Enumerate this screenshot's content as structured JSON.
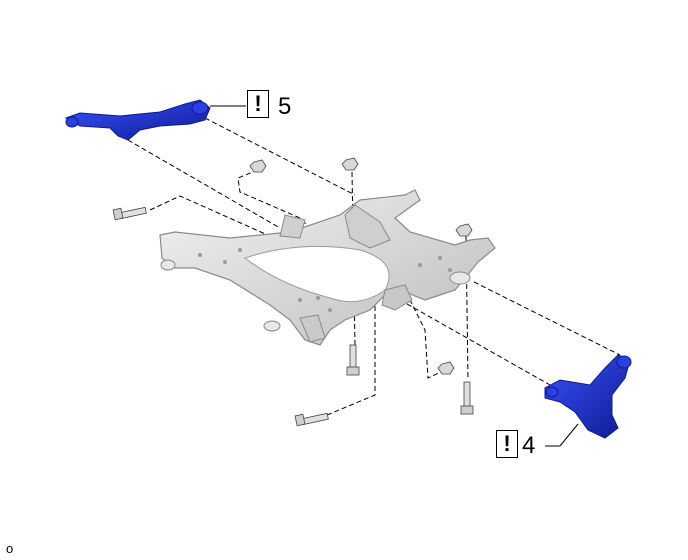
{
  "callouts": [
    {
      "id": "upper",
      "mark": "!",
      "number": "5"
    },
    {
      "id": "lower",
      "mark": "!",
      "number": "4"
    }
  ],
  "corner_code": "o",
  "colors": {
    "arm": "#1a2fd6",
    "arm_dark": "#0d1a8f",
    "frame": "#dcdcdc",
    "frame_edge": "#8a8a8a",
    "leader": "#000000"
  }
}
